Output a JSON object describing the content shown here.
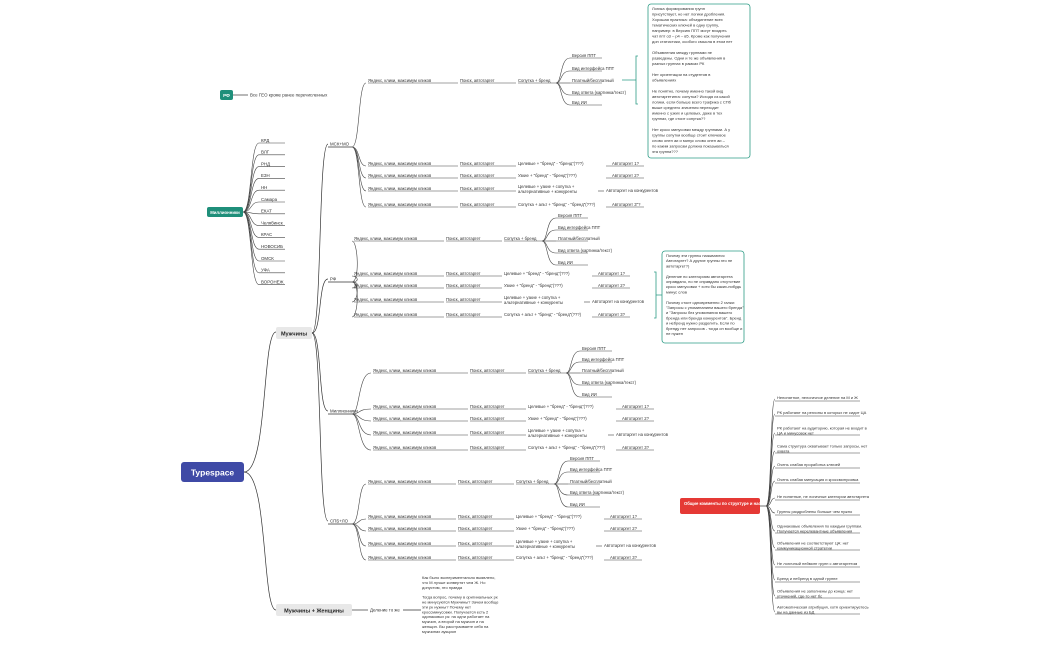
{
  "root": {
    "label": "Typespace",
    "color": "#3f4aa6"
  },
  "accent": {
    "teal": "#1f8f7a",
    "red": "#e53935",
    "gray": "#e8e8e8",
    "note_border": "#2e9c86"
  },
  "rf_badge": {
    "label": "РФ",
    "desc": "Все ГЕО кроме ранее перечисленных"
  },
  "millionniki": {
    "label": "Миллионники",
    "cities": [
      "КРД",
      "ВЛГ",
      "РНД",
      "ЕЗН",
      "НН",
      "Самара",
      "ЕКАТ",
      "Челябинск",
      "КРАС",
      "НОВОСИБ",
      "ОМСК",
      "УФА",
      "ВОРОНЕЖ"
    ]
  },
  "muzhchiny": {
    "label": "Мужчины"
  },
  "mw": {
    "label": "Мужчины + Женщины",
    "child": "Деление то же"
  },
  "mw_note": [
    "Как было экспериментально выявлено,",
    "что М лучше конвертят чем Ж. Но",
    "допустим, это правда",
    "",
    "Тогда вопрос, почему в оригинальных рк",
    "не минусуются Мужчины? Зачем вообще",
    "эти рк нужны? Почему нет",
    "кроссминусовки. Получается есть 2",
    "одинаковых рк: на одни работает на",
    "мужчин, а второй на мужчин и на",
    "женщин. Вы расстраиваете себя на",
    "мужчинах аукцион"
  ],
  "common": {
    "src": "Яндекс, клики, максимум кликов",
    "search": "Поиск, автотаргет",
    "brand": "Сопутка + бренд",
    "auto1": "Автотаргет 1?",
    "auto2": "Автотаргет 2?",
    "auto_conc": "Автотаргет на конкурентов",
    "auto3": "Автотаргет 3?"
  },
  "branches": [
    {
      "label": "МСК+МО",
      "leaves": [
        "Версия ППТ",
        "Вид интерфейса ППТ",
        "Платный/бесплатный",
        "Вид ответа (картинка/текст)",
        "Вид ИИ"
      ],
      "rows": [
        [
          "Целевые + \"бренд\" - \"бренд\"(???)",
          "Автотаргет 1?"
        ],
        [
          "Узкие + \"бренд\" - \"бренд\"(???)",
          "Автотаргет 2?"
        ],
        [
          "Целевые + узкие + сопутка +",
          "альтернативные + конкуренты",
          "Автотаргет на конкурентов"
        ],
        [
          "Сопутка + альт + \"бренд\" - \"бренд\"(???)",
          "Автотаргет 3\"?"
        ]
      ]
    },
    {
      "label": "РФ",
      "leaves": [
        "Версия ППТ",
        "Вид интерфейса ППТ",
        "Платный/бесплатный",
        "Вид ответа (картинка/текст)",
        "Вид ИИ"
      ],
      "rows": [
        [
          "Целевые + \"бренд\" - \"бренд\"(???)",
          "Автотаргет 1?"
        ],
        [
          "Узкие + \"бренд\" - \"бренд\"(???)",
          "Автотаргет 2?"
        ],
        [
          "Целевые + узкие + сопутка +",
          "альтернативные + конкуренты",
          "Автотаргет на конкурентов"
        ],
        [
          "Сопутка + альт + \"бренд\" - \"бренд\"(???)",
          "Автотаргет 3?"
        ]
      ]
    },
    {
      "label": "Миллионники",
      "leaves": [
        "Версия ППТ",
        "Вид интерфейса ППТ",
        "Платный/бесплатный",
        "Вид ответа (картинка/текст)",
        "Вид ИИ"
      ],
      "rows": [
        [
          "Целевые + \"бренд\" - \"бренд\"(???)",
          "Автотаргет 1?"
        ],
        [
          "Узкие + \"бренд\" - \"бренд\"(???)",
          "Автотаргет 2?"
        ],
        [
          "Целевые + узкие + сопутка +",
          "альтернативные + конкуренты",
          "Автотаргет на конкурентов"
        ],
        [
          "Сопутка + альт + \"бренд\" - \"бренд\"(???)",
          "Автотаргет 3?"
        ]
      ]
    },
    {
      "label": "СПБ+ЛО",
      "leaves": [
        "Версия ППТ",
        "Вид интерфейса ППТ",
        "Платный/бесплатный",
        "Вид ответа (картинка/текст)",
        "Вид ИИ"
      ],
      "rows": [
        [
          "Целевые + \"бренд\" - \"бренд\"(???)",
          "Автотаргет 1?"
        ],
        [
          "Узкие + \"бренд\" - \"бренд\"(???)",
          "Автотаргет 2?"
        ],
        [
          "Целевые + узкие + сопутка +",
          "альтернативные + конкуренты",
          "Автотаргет на конкурентов"
        ],
        [
          "Сопутка + альт + \"бренд\" - \"бренд\"(???)",
          "Автотаргет 3?"
        ]
      ]
    }
  ],
  "note1": [
    "Логика формирования групп",
    "присутствует, но нет логики дробления.",
    "Хорошая практика: объединение всех",
    "тематических ключей в одну группу,",
    "например: в Версию ППТ могут входить",
    "чат ппт о3 – р4 – в5. Кроме как получения",
    "доп статистики, особого смысла в этом нет",
    "",
    "Объявления между группами не",
    "разведены. Одни и те же объявления в",
    "разных группах в рамках РК",
    "",
    "Нет ориентации на студентов в",
    "объявлениях",
    "",
    "Не понятно, почему именно такой вид",
    "автотаргетинга: сопутка? Исходя из какой",
    "логики, если больше всего трафика с СПб",
    "выше среднего значения переходит",
    "именно с узких и целевых, даже в тех",
    "группах, где стоит сопутка??",
    "",
    "Нет кросс минусовки между группами. А у",
    "группы сопутки вообще стоит ключевое",
    "слово опен аи и минус слово опен аи –",
    "по каким запросам должна показываться",
    "эта группа???"
  ],
  "note2": [
    "Почему эти группы называются",
    "Автотаргет? А другие группы это не",
    "автотаргет?)",
    "",
    "Деление по категориям автотаргета",
    "оправдано, но не оправдано отсутствие",
    "кросс минусовки + хотя бы каких-нибудь",
    "минус слов",
    "",
    "Почему стоит одновременно 2 галки:",
    "\"Запросы с упоминанием вашего бренда\"",
    "и \"Запросы без упоминания вашего",
    "бренда или бренда конкурентов\". Бренд",
    "и небренд нужно разделить. Если по",
    "бренду нет запросов - тогда он вообще и",
    "не нужен"
  ],
  "summary": {
    "label": "Общие комменты по структуре и настройкам:",
    "items": [
      "Непонятное, нелогичное деление на М и Ж",
      "РК работают на регионы в которых не сидит ЦА",
      "РК работают на аудиторию, которая не входит в ЦА и минусовок нет",
      "Сама структура охватывает только запросы, нет охвата",
      "Очень слабая проработка ключей",
      "Очень слабая минусация и кроссминусовка",
      "Не понятные, не логичные категории автотаргета",
      "Группы раздроблены больше чем нужно",
      "Одинаковые объявления по каждым группам. Получается нерелевантные объявления",
      "Объявления не соответствуют ЦА: нет коммуникационной стратегии",
      "Не логичный нейминг групп с автотаргетом",
      "Бренд и небренд в одной группе",
      "Объявления не заполнены до конца: нет уточнений, где-то нет бс",
      "Автоматическая атрибуция, хотя ориентируетесь вы на данные из БД"
    ]
  }
}
